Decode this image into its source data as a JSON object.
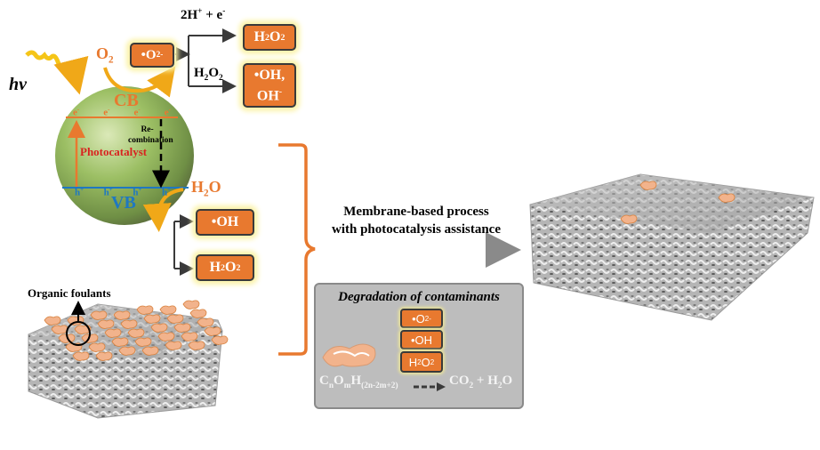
{
  "colors": {
    "orange": "#e8792f",
    "box_border": "#3a3a3a",
    "glow": "#fbf3a8",
    "blue": "#1f78c1",
    "red_label": "#d8231f",
    "sphere_green": "#8fb45a",
    "panel_gray": "#bdbdbd",
    "membrane_gray": "#a9a9a9",
    "foulant_peach": "#f2b38c"
  },
  "photocatalyst": {
    "light_label": "hv",
    "cb_label": "CB",
    "vb_label": "VB",
    "center_label": "Photocatalyst",
    "recombination_label_1": "Re-",
    "recombination_label_2": "combination",
    "electron": "e",
    "electron_sup": "-",
    "hole": "h",
    "hole_sup": "+"
  },
  "reduction_path": {
    "reactant": {
      "base": "O",
      "sub": "2"
    },
    "radical_box": {
      "text": "•O",
      "sub": "2",
      "sup": "-"
    },
    "upper_condition": {
      "text": "2H",
      "sup1": "+",
      "mid": " + e",
      "sup2": "-"
    },
    "lower_condition": {
      "t1": "H",
      "s1": "2",
      "t2": "O",
      "s2": "2"
    },
    "upper_product": {
      "t1": "H",
      "s1": "2",
      "t2": "O",
      "s2": "2"
    },
    "lower_product_line1": "•OH,",
    "lower_product_line2": {
      "text": "OH",
      "sup": "-"
    }
  },
  "oxidation_path": {
    "reactant": {
      "t1": "H",
      "s1": "2",
      "t2": "O"
    },
    "product_1": "•OH",
    "product_2": {
      "t1": "H",
      "s1": "2",
      "t2": "O",
      "s2": "2"
    }
  },
  "fouled_membrane": {
    "label": "Organic foulants"
  },
  "process": {
    "line1": "Membrane-based process",
    "line2": "with photocatalysis assistance"
  },
  "degradation_panel": {
    "title": "Degradation of contaminants",
    "radicals": [
      {
        "text": "•O",
        "sub": "2",
        "sup": "-"
      },
      {
        "text": "•OH"
      },
      {
        "t1": "H",
        "s1": "2",
        "t2": "O",
        "s2": "2"
      }
    ],
    "reactant": {
      "C": "C",
      "n": "n",
      "O": "O",
      "m": "m",
      "H": "H",
      "hsub": "(2n-2m+2)"
    },
    "products": {
      "t1": "CO",
      "s1": "2",
      "t2": " + H",
      "s2": "2",
      "t3": "O"
    }
  }
}
